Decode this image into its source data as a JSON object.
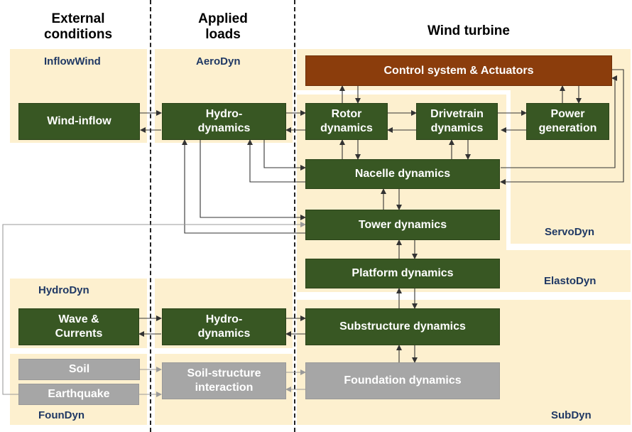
{
  "columns": {
    "external": "External\nconditions",
    "applied": "Applied\nloads",
    "turbine": "Wind turbine"
  },
  "modules": {
    "inflowwind": "InflowWind",
    "aerodyn": "AeroDyn",
    "servodyn": "ServoDyn",
    "elastodyn": "ElastoDyn",
    "hydrodyn": "HydroDyn",
    "foundyn": "FounDyn",
    "subdyn": "SubDyn"
  },
  "boxes": {
    "control": "Control system & Actuators",
    "wind_inflow": "Wind-inflow",
    "hydro_aero": "Hydro-\ndynamics",
    "rotor": "Rotor\ndynamics",
    "drivetrain": "Drivetrain\ndynamics",
    "power": "Power\ngeneration",
    "nacelle": "Nacelle dynamics",
    "tower": "Tower dynamics",
    "platform": "Platform dynamics",
    "wave": "Wave &\nCurrents",
    "hydro_wave": "Hydro-\ndynamics",
    "substructure": "Substructure dynamics",
    "soil": "Soil",
    "earthquake": "Earthquake",
    "ssi": "Soil-structure\ninteraction",
    "foundation": "Foundation dynamics"
  }
}
